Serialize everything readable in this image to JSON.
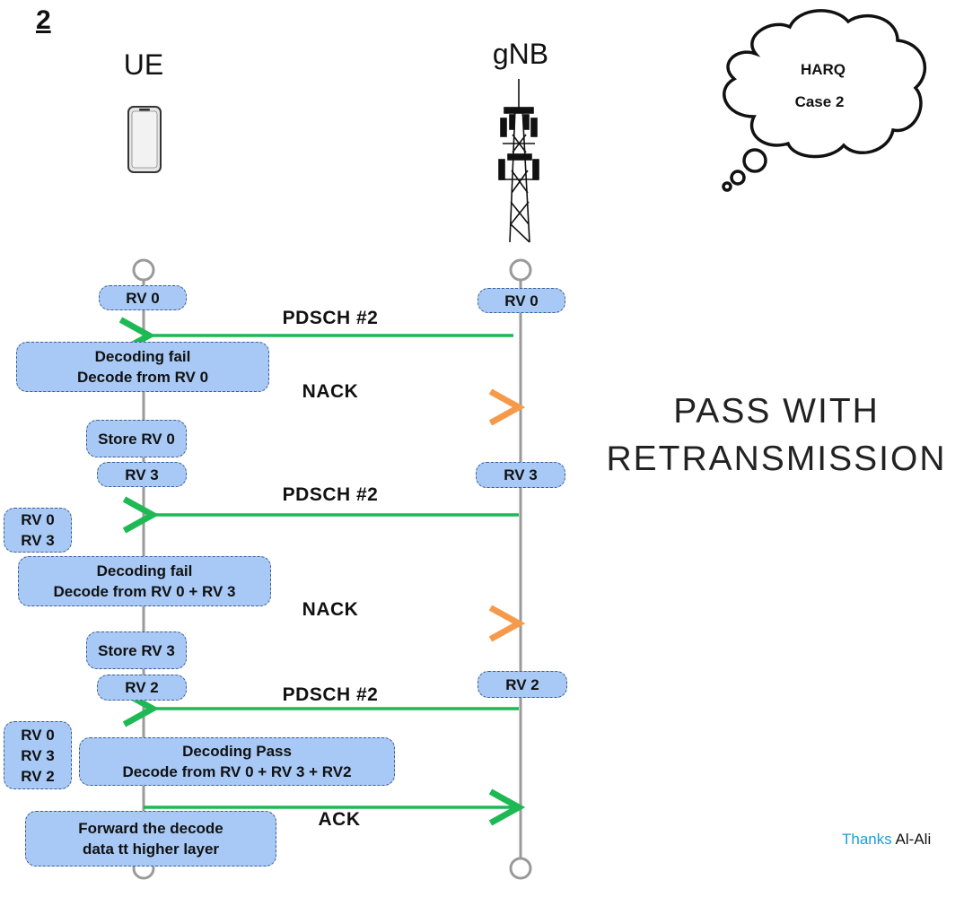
{
  "page_number": "2",
  "actors": {
    "ue": "UE",
    "gnb": "gNB"
  },
  "cloud": {
    "line1": "HARQ",
    "line2": "Case 2"
  },
  "title": {
    "line1": "PASS WITH",
    "line2": "RETRANSMISSION"
  },
  "boxes": {
    "ue_rv0": "RV 0",
    "gnb_rv0": "RV 0",
    "decode_fail_1": "Decoding fail\nDecode from RV 0",
    "store_rv0": "Store RV 0",
    "ue_rv3": "RV 3",
    "gnb_rv3": "RV 3",
    "buffer_1": "RV 0\nRV 3",
    "decode_fail_2": "Decoding fail\nDecode from RV 0 + RV 3",
    "store_rv3": "Store RV 3",
    "ue_rv2": "RV 2",
    "gnb_rv2": "RV 2",
    "buffer_2": "RV 0\nRV 3\nRV 2",
    "decode_pass": "Decoding Pass\nDecode from RV 0 + RV 3 + RV2",
    "forward": "Forward the decode\ndata tt higher layer"
  },
  "messages": {
    "pdsch_1": "PDSCH #2",
    "nack_1": "NACK",
    "pdsch_2": "PDSCH #2",
    "nack_2": "NACK",
    "pdsch_3": "PDSCH #2",
    "ack": "ACK"
  },
  "colors": {
    "downlink": "#1db954",
    "nack_start": "#e0342a",
    "nack_end": "#f59a4a",
    "ack": "#1db954",
    "box_fill": "#a8c9f5"
  },
  "credit": {
    "thanks": "Thanks",
    "name": "Al-Ali"
  }
}
